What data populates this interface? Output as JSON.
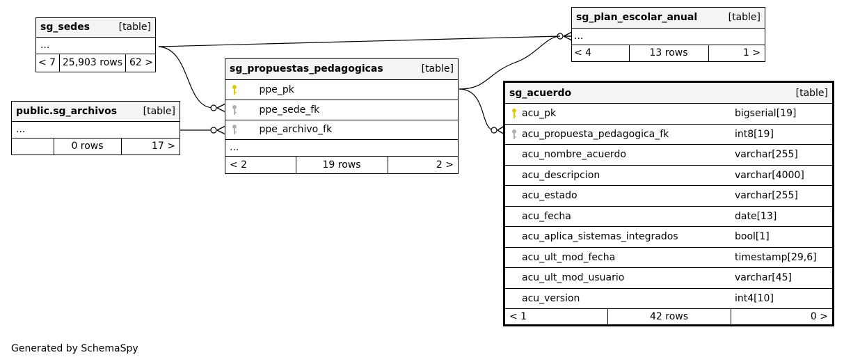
{
  "tables": {
    "sg_sedes": {
      "name": "sg_sedes",
      "type": "[table]",
      "ellipsis": "...",
      "foot_left": "< 7",
      "foot_rows": "25,903 rows",
      "foot_right": "62 >"
    },
    "sg_archivos": {
      "name": "public.sg_archivos",
      "type": "[table]",
      "ellipsis": "...",
      "foot_left": "",
      "foot_rows": "0 rows",
      "foot_right": "17 >"
    },
    "sg_propuestas": {
      "name": "sg_propuestas_pedagogicas",
      "type": "[table]",
      "columns": [
        "ppe_pk",
        "ppe_sede_fk",
        "ppe_archivo_fk"
      ],
      "ellipsis": "...",
      "foot_left": "< 2",
      "foot_rows": "19 rows",
      "foot_right": "2 >"
    },
    "sg_plan": {
      "name": "sg_plan_escolar_anual",
      "type": "[table]",
      "ellipsis": "...",
      "foot_left": "< 4",
      "foot_rows": "13 rows",
      "foot_right": "1 >"
    },
    "sg_acuerdo": {
      "name": "sg_acuerdo",
      "type": "[table]",
      "columns": [
        {
          "name": "acu_pk",
          "type": "bigserial[19]"
        },
        {
          "name": "acu_propuesta_pedagogica_fk",
          "type": "int8[19]"
        },
        {
          "name": "acu_nombre_acuerdo",
          "type": "varchar[255]"
        },
        {
          "name": "acu_descripcion",
          "type": "varchar[4000]"
        },
        {
          "name": "acu_estado",
          "type": "varchar[255]"
        },
        {
          "name": "acu_fecha",
          "type": "date[13]"
        },
        {
          "name": "acu_aplica_sistemas_integrados",
          "type": "bool[1]"
        },
        {
          "name": "acu_ult_mod_fecha",
          "type": "timestamp[29,6]"
        },
        {
          "name": "acu_ult_mod_usuario",
          "type": "varchar[45]"
        },
        {
          "name": "acu_version",
          "type": "int4[10]"
        }
      ],
      "foot_left": "< 1",
      "foot_rows": "42 rows",
      "foot_right": "0 >"
    }
  },
  "icons": {
    "primary_key": "pk-key-icon",
    "foreign_key": "fk-key-icon",
    "pk_color": "#e6c800",
    "fk_color": "#b0b0b0"
  },
  "footer": "Generated by SchemaSpy"
}
